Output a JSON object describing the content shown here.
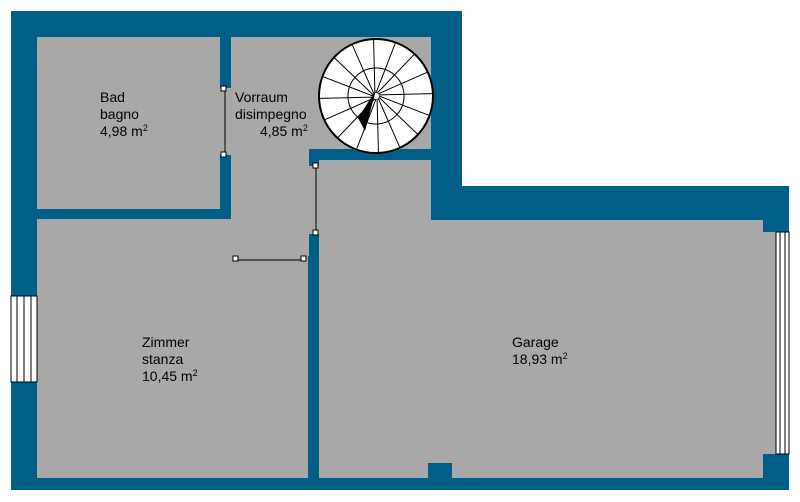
{
  "colors": {
    "wall": "#005f86",
    "floor": "#a8a8a8",
    "outline": "#000000",
    "opening": "#ffffff"
  },
  "rooms": {
    "bad": {
      "name_de": "Bad",
      "name_it": "bagno",
      "area": "4,98 m",
      "unit_exp": "2"
    },
    "vorraum": {
      "name_de": "Vorraum",
      "name_it": "disimpegno",
      "area": "4,85 m",
      "unit_exp": "2"
    },
    "zimmer": {
      "name_de": "Zimmer",
      "name_it": "stanza",
      "area": "10,45 m",
      "unit_exp": "2"
    },
    "garage": {
      "name": "Garage",
      "area": "18,93 m",
      "unit_exp": "2"
    }
  }
}
